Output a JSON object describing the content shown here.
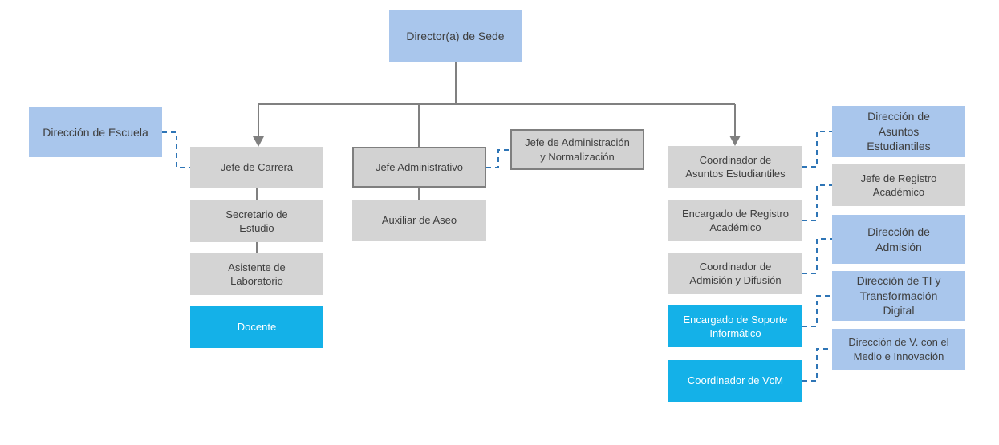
{
  "diagram": {
    "type": "org-chart",
    "colors": {
      "box_blue": "#a9c6ec",
      "box_gray": "#d4d4d4",
      "box_cyan": "#14b1e8",
      "box_border_gray": "#7f7f7f",
      "connector_solid_gray": "#808080",
      "connector_dashed_blue": "#2e75b6",
      "text_dark": "#3f3f3f",
      "text_light": "#ffffff"
    },
    "nodes": {
      "director": {
        "label": "Director(a) de Sede"
      },
      "direccion_escuela": {
        "label": "Dirección de Escuela"
      },
      "jefe_carrera": {
        "label": "Jefe de Carrera"
      },
      "secretario_estudio": {
        "label": "Secretario de\nEstudio"
      },
      "asistente_laboratorio": {
        "label": "Asistente de\nLaboratorio"
      },
      "docente": {
        "label": "Docente"
      },
      "jefe_administrativo": {
        "label": "Jefe Administrativo"
      },
      "jefe_administracion_normalizacion": {
        "label": "Jefe de Administración\ny Normalización"
      },
      "auxiliar_aseo": {
        "label": "Auxiliar de Aseo"
      },
      "coordinador_asuntos_estudiantiles": {
        "label": "Coordinador de\nAsuntos Estudiantiles"
      },
      "encargado_registro_academico": {
        "label": "Encargado de Registro\nAcadémico"
      },
      "coordinador_admision_difusion": {
        "label": "Coordinador de\nAdmisión y Difusión"
      },
      "encargado_soporte_informatico": {
        "label": "Encargado de Soporte\nInformático"
      },
      "coordinador_vcm": {
        "label": "Coordinador de VcM"
      },
      "direccion_asuntos_estudiantiles": {
        "label": "Dirección de\nAsuntos\nEstudiantiles"
      },
      "jefe_registro_academico": {
        "label": "Jefe de Registro\nAcadémico"
      },
      "direccion_admision": {
        "label": "Dirección de\nAdmisión"
      },
      "direccion_ti": {
        "label": "Dirección de TI y\nTransformación\nDigital"
      },
      "direccion_vinculacion": {
        "label": "Dirección de V. con el\nMedio e Innovación"
      }
    },
    "edges": {
      "solid_reports": [
        "director -> jefe_carrera",
        "director -> jefe_administrativo",
        "director -> coordinador_asuntos_estudiantiles",
        "jefe_carrera -> secretario_estudio",
        "secretario_estudio -> asistente_laboratorio",
        "jefe_administrativo -> auxiliar_aseo"
      ],
      "dashed_links": [
        "direccion_escuela -> jefe_carrera",
        "jefe_administrativo -> jefe_administracion_normalizacion",
        "coordinador_asuntos_estudiantiles -> direccion_asuntos_estudiantiles",
        "encargado_registro_academico -> jefe_registro_academico",
        "coordinador_admision_difusion -> direccion_admision",
        "encargado_soporte_informatico -> direccion_ti",
        "coordinador_vcm -> direccion_vinculacion"
      ]
    }
  }
}
